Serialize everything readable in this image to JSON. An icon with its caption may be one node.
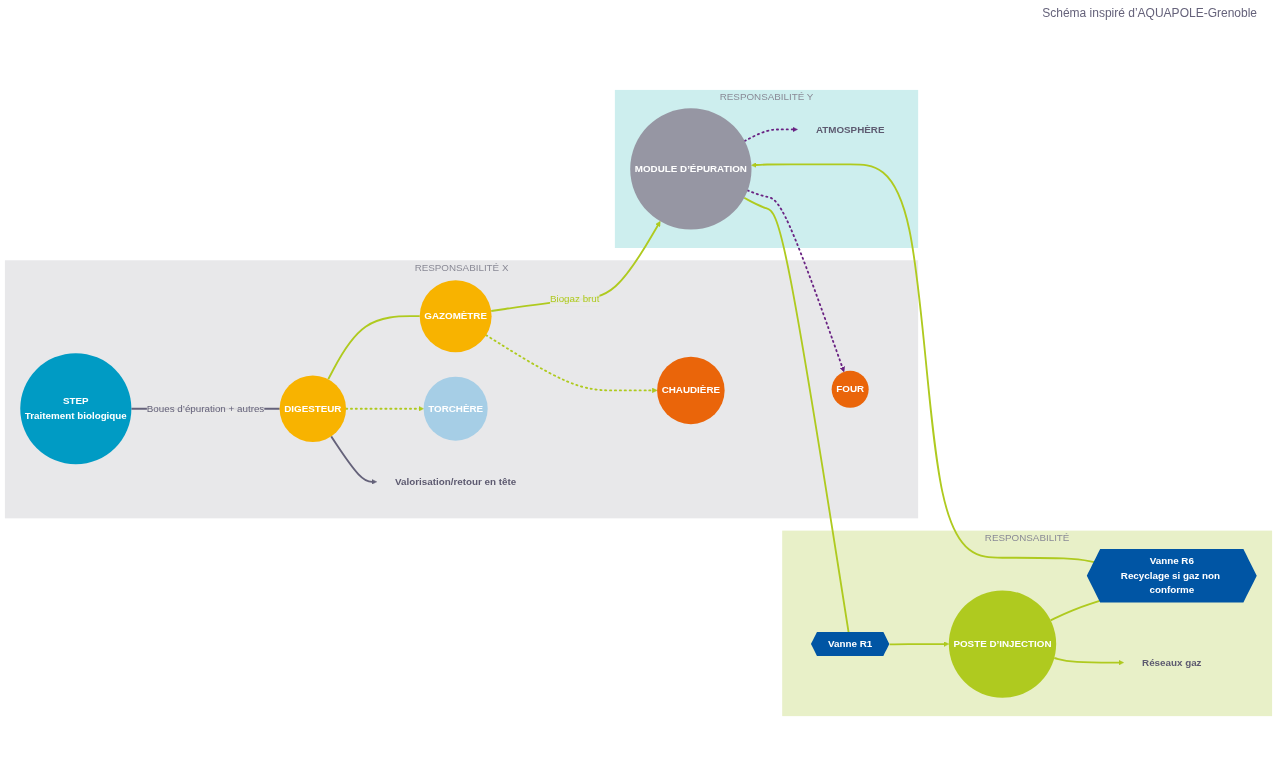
{
  "diagram": {
    "nodes": [
      {
        "text": [
          "RESPONSABILITÉ X"
        ]
      },
      {
        "text": [
          "STEP",
          "Traitement biologique"
        ],
        "in": 0
      },
      {
        "text": [
          "CHAUDIÈRE"
        ],
        "in": 0
      },
      {
        "text": [
          "FOUR"
        ],
        "in": 0
      },
      {
        "text": [
          "DIGESTEUR"
        ],
        "in": 0
      },
      {
        "text": [
          "GAZOMÈTRE"
        ],
        "in": 0
      },
      {
        "text": [
          "TORCHÈRE"
        ],
        "in": 0
      },
      {
        "text": [
          "Valorisation/retour en tête"
        ],
        "in": 0
      },
      {
        "text": [
          "RESPONSABILITÉ Y"
        ]
      },
      {
        "text": [
          "ATMOSPHÈRE"
        ],
        "in": 8
      },
      {
        "text": [
          "MODULE D’ÉPURATION"
        ],
        "in": 8
      },
      {
        "text": [
          "RESPONSABILITÉ"
        ]
      },
      {
        "text": [
          "Vanne R6",
          "Recyclage si gaz non conforme"
        ],
        "in": 11
      },
      {
        "text": [
          "Vanne R1"
        ],
        "in": 11
      },
      {
        "text": [
          "POSTE D’INJECTION"
        ],
        "in": 11
      },
      {
        "text": [
          "Réseaux gaz"
        ],
        "in": 11
      }
    ],
    "edges": [
      {
        "from": 1,
        "to": 4,
        "arrow": "none",
        "label": "Boues d’épuration + autres",
        "color": "#65627a"
      },
      {
        "from": 4,
        "to": 7,
        "arrow": "to",
        "color": "#65627a"
      },
      {
        "from": 4,
        "to": 5,
        "arrow": "none"
      },
      {
        "from": 4,
        "to": 6,
        "arrow": "to",
        "style": "dashed"
      },
      {
        "from": 5,
        "to": 2,
        "arrow": "to",
        "style": "dashed"
      },
      {
        "from": 5,
        "to": 10,
        "arrow": "to",
        "label": "Biogaz brut"
      },
      {
        "from": 10,
        "to": 9,
        "arrow": "to",
        "style": "dashed",
        "color": "#6a2383"
      },
      {
        "from": 10,
        "to": 3,
        "arrow": "to",
        "style": "dashed",
        "color": "#6a2383"
      },
      {
        "from": 10,
        "to": 13,
        "arrow": "none"
      },
      {
        "from": 13,
        "to": 14,
        "arrow": "to"
      },
      {
        "from": 14,
        "to": 12,
        "arrow": "none"
      },
      {
        "from": 12,
        "to": 10,
        "arrow": "to"
      },
      {
        "from": 14,
        "to": 15,
        "arrow": "to"
      }
    ],
    "labels": [
      "Schéma inspiré d’AQUAPOLE-Grenoble"
    ]
  }
}
